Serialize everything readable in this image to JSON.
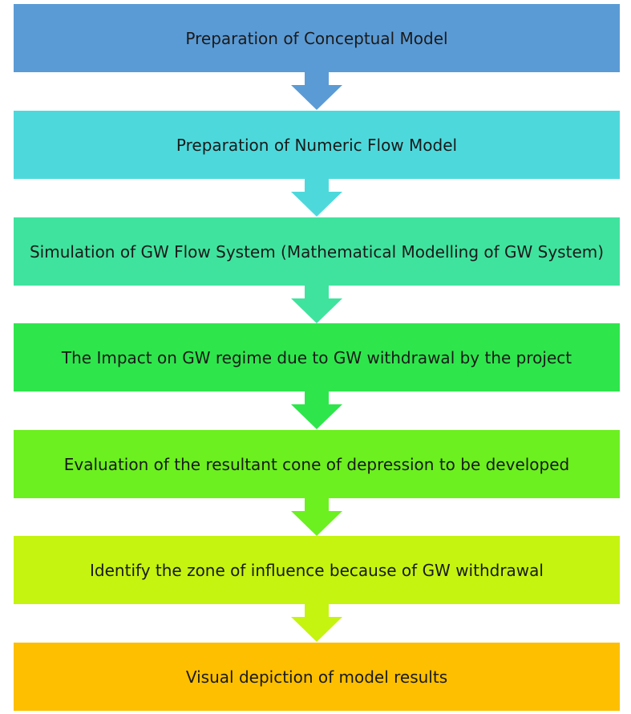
{
  "steps": [
    {
      "label": "Preparation of Conceptual Model",
      "color": "#5b9bd5"
    },
    {
      "label": "Preparation of Numeric Flow Model",
      "color": "#4dd9dc"
    },
    {
      "label": "Simulation of GW Flow System (Mathematical Modelling of GW System)",
      "color": "#40e39e"
    },
    {
      "label": "The Impact on GW regime due to GW withdrawal by the project",
      "color": "#2ee64c"
    },
    {
      "label": "Evaluation of the resultant cone of depression to be developed",
      "color": "#6cf020"
    },
    {
      "label": "Identify the zone of influence because of GW withdrawal",
      "color": "#c5f410"
    },
    {
      "label": "Visual depiction of model results",
      "color": "#fdbf00"
    }
  ]
}
